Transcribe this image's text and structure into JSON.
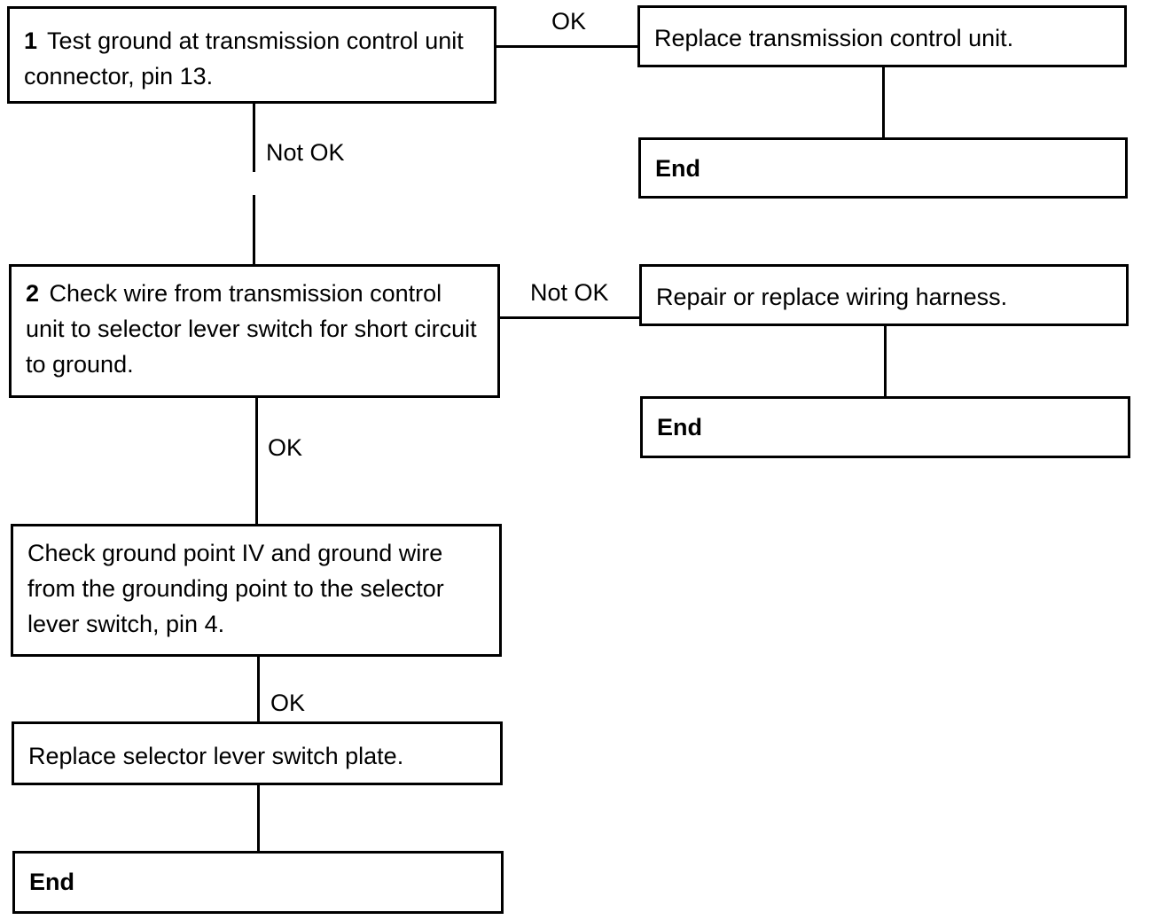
{
  "steps": {
    "step1": {
      "number": "1",
      "text": "Test ground at transmission control unit connector, pin 13."
    },
    "step2": {
      "number": "2",
      "text": "Check wire from transmission control unit to selector lever switch for short circuit to ground."
    },
    "step3": {
      "text": "Check ground point IV and ground wire from the grounding point to the selector lever switch, pin 4."
    },
    "replace_selector": {
      "text": "Replace selector lever switch plate."
    },
    "replace_tcu": {
      "text": "Replace transmission control unit."
    },
    "repair_harness": {
      "text": "Repair or replace wiring harness."
    }
  },
  "ends": {
    "end_1": "End",
    "end_2": "End",
    "end_3": "End"
  },
  "labels": {
    "step1_ok": "OK",
    "step1_not_ok": "Not OK",
    "step2_not_ok": "Not OK",
    "step2_ok": "OK",
    "step3_ok": "OK"
  }
}
